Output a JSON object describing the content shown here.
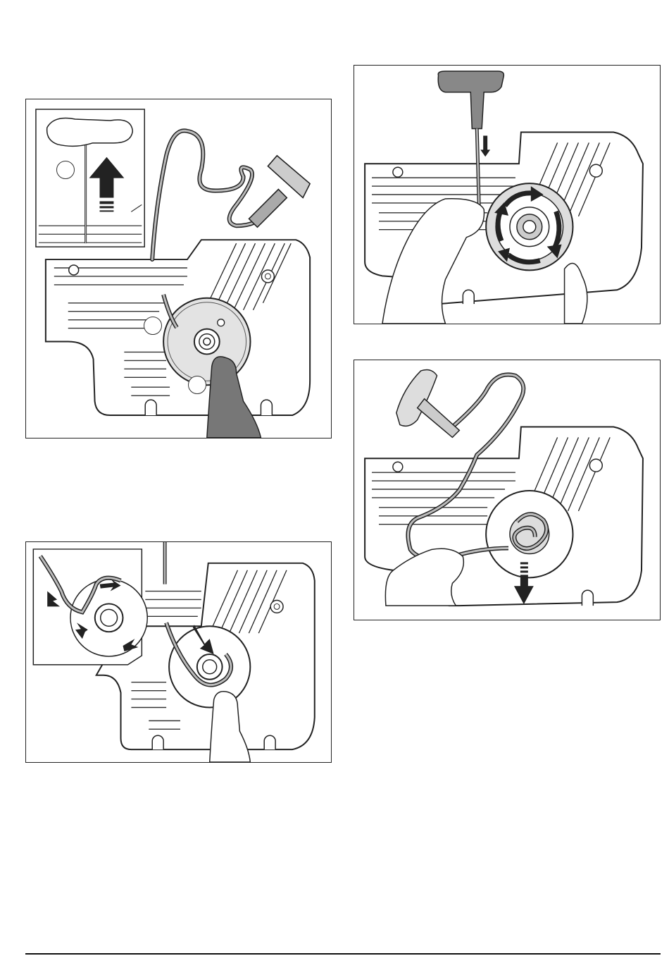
{
  "figures": [
    {
      "id": "fig-a",
      "callouts": 3,
      "inset": true,
      "arrow": "up"
    },
    {
      "id": "fig-b",
      "callouts": 0,
      "inset": true,
      "arrow": "down"
    },
    {
      "id": "fig-c",
      "callouts": 0,
      "inset": false,
      "arrow": "rotate"
    },
    {
      "id": "fig-d",
      "callouts": 0,
      "inset": false,
      "arrow": "down"
    }
  ],
  "colors": {
    "line": "#222222",
    "shade": "#777777",
    "light": "#bbbbbb",
    "background": "#ffffff"
  },
  "icons": [
    "arrow-up-icon",
    "arrow-down-icon",
    "rotate-arrows-icon",
    "t-handle-icon",
    "hand-icon"
  ]
}
